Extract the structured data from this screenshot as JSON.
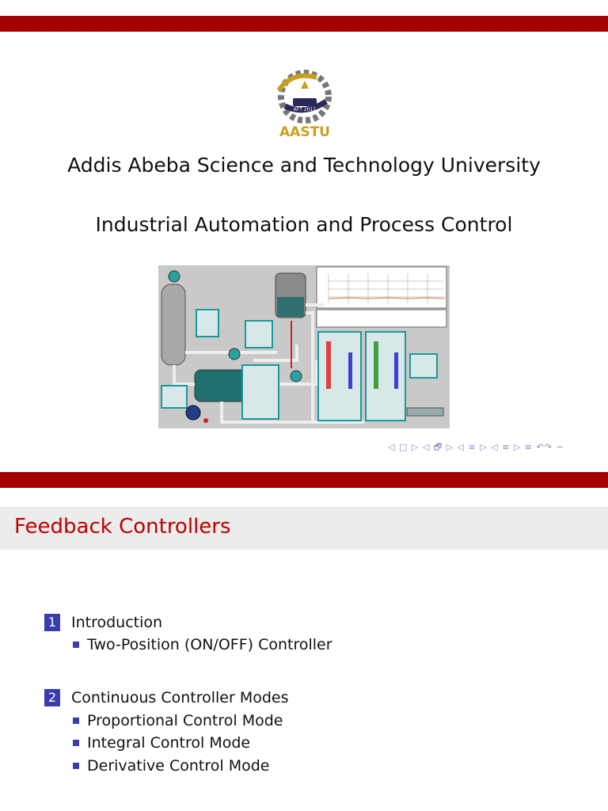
{
  "slide1": {
    "logo_text": "AASTU",
    "logo_banner": "KFT 2011",
    "university": "Addis Abeba Science and Technology University",
    "course": "Industrial Automation and Process Control",
    "nav_symbols": "◁ □ ▷ ◁ 🗗 ▷ ◁ ≡ ▷ ◁ ≡ ▷ ≡ ↶↷ ∽"
  },
  "slide2": {
    "title": "Feedback Controllers",
    "sections": [
      {
        "number": "1",
        "label": "Introduction",
        "items": [
          "Two-Position (ON/OFF) Controller"
        ]
      },
      {
        "number": "2",
        "label": "Continuous Controller Modes",
        "items": [
          "Proportional Control Mode",
          "Integral Control Mode",
          "Derivative Control Mode"
        ]
      }
    ]
  },
  "colors": {
    "band_red": "#a40000",
    "title_red": "#c00000",
    "bullet_blue": "#3b3bb0",
    "logo_gold": "#c8a020"
  }
}
